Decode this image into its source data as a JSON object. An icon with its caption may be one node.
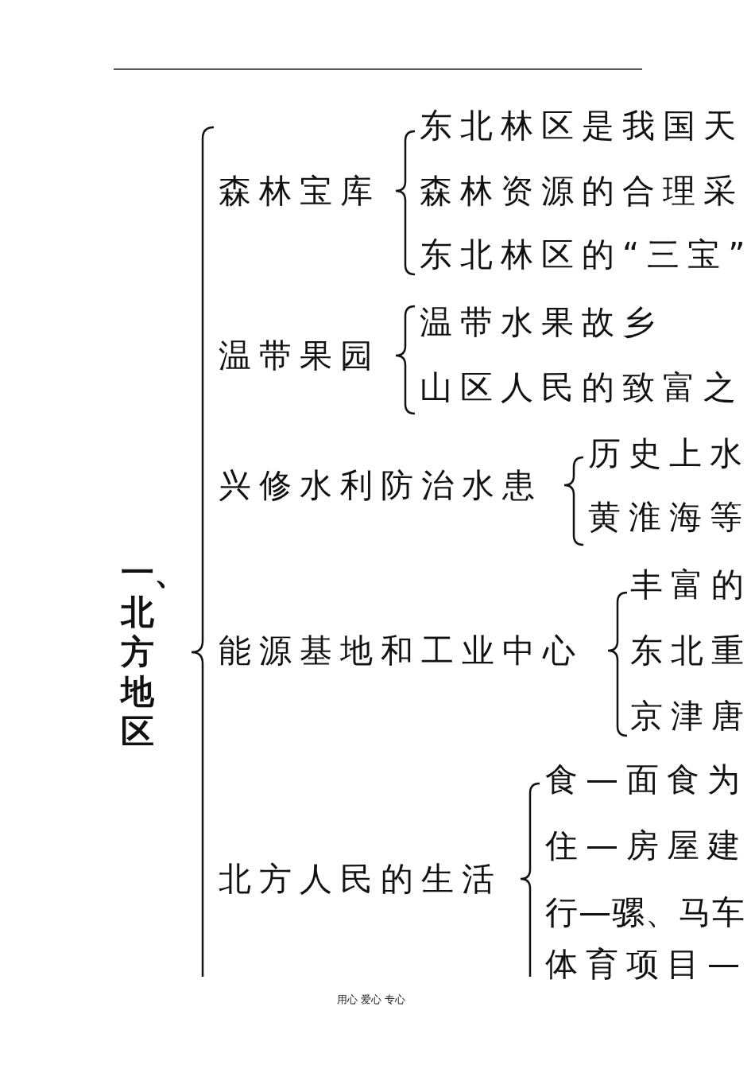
{
  "diagram": {
    "labels": [
      "一、北方地区",
      "森林宝库",
      "东北林区是我国天",
      "森林资源的合理采",
      "东北林区的“三宝”",
      "温带果园",
      "温带水果故乡",
      "山区人民的致富之",
      "兴修水利防治水患",
      "历史上水",
      "黄淮海等",
      "能源基地和工业中心",
      "丰富的",
      "东北重",
      "京津唐",
      "北方人民的生活",
      "食—面食为",
      "住—房屋建",
      "行—骡、马车",
      "体育项目—",
      "用心 爱心 专心"
    ]
  }
}
